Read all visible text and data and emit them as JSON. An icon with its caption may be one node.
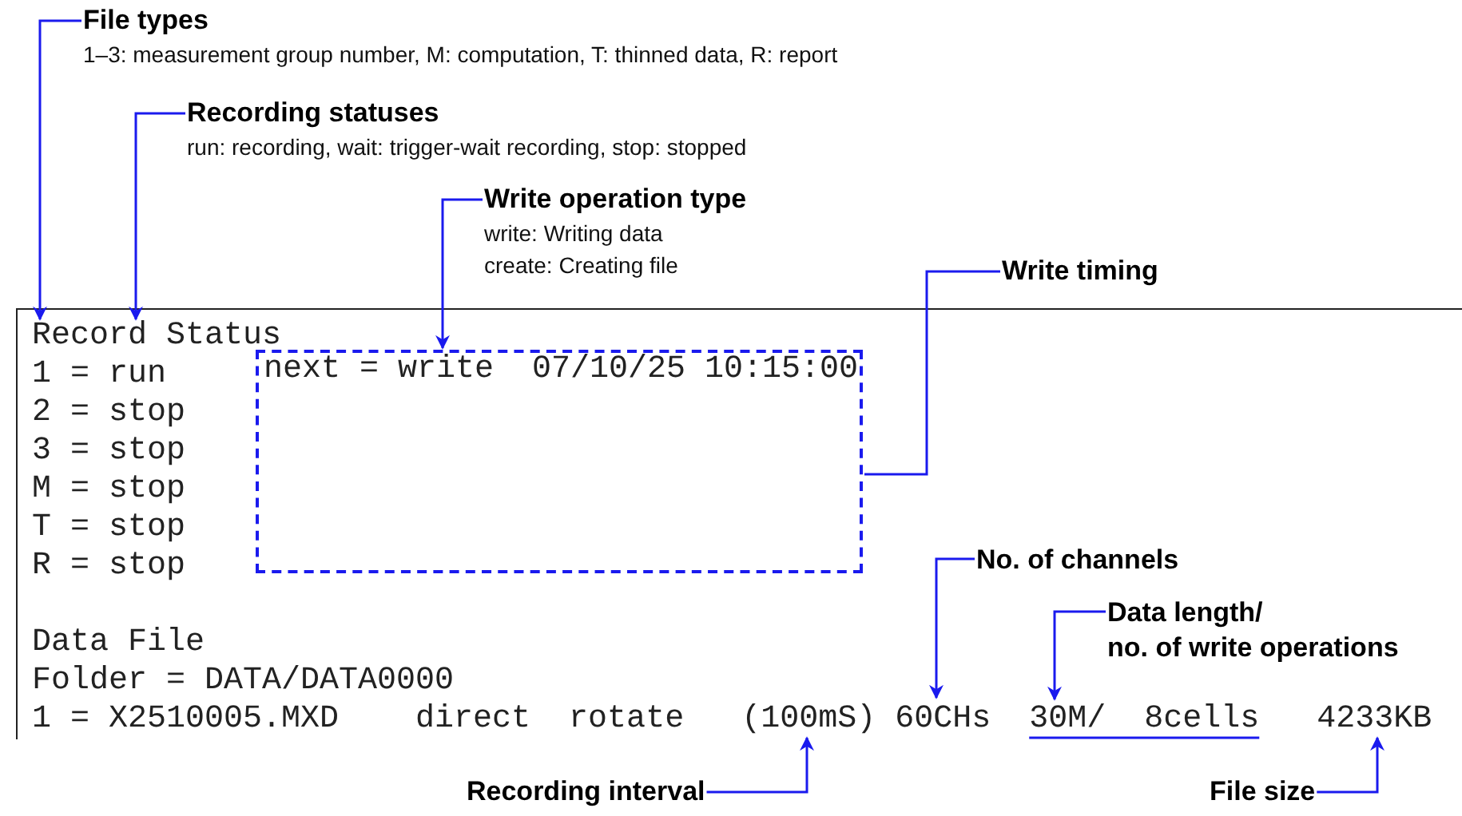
{
  "diagram": {
    "nodes": [
      {
        "text": [
          "File types",
          "1–3: measurement group number, M: computation, T: thinned data, R: report"
        ]
      },
      {
        "text": [
          "Recording statuses",
          "run: recording, wait: trigger-wait recording, stop: stopped"
        ]
      },
      {
        "text": [
          "Write operation type",
          "write: Writing data create: Creating file"
        ]
      },
      {
        "text": [
          "Write timing"
        ]
      },
      {
        "text": [
          "No. of channels"
        ],
        "in": 8
      },
      {
        "text": [
          "Data length/ no. of write operations"
        ],
        "in": 8
      },
      {
        "text": [
          "Recording interval"
        ]
      },
      {
        "text": [
          "File size"
        ]
      },
      {
        "text": [
          "Record Status",
          "1 = run",
          "2 = stop",
          "3 = stop",
          "M = stop",
          "T = stop",
          "R = stop",
          "Data File",
          "Folder = DATA/DATA0000",
          "1 = X2510005.MXD    direct  rotate   (100mS) 60CHs  30M/  8cells   4233KB"
        ]
      },
      {
        "text": [
          "next = write  07/10/25 10:15:00"
        ],
        "in": 8
      }
    ],
    "edges": [
      {
        "from": 0,
        "to": 8,
        "arrow": "to"
      },
      {
        "from": 1,
        "to": 8,
        "arrow": "to"
      },
      {
        "from": 2,
        "to": 9,
        "arrow": "to"
      },
      {
        "from": 3,
        "to": 9,
        "arrow": "none"
      },
      {
        "from": 4,
        "to": 8,
        "arrow": "to"
      },
      {
        "from": 5,
        "to": 8,
        "arrow": "to"
      },
      {
        "from": 6,
        "to": 8,
        "arrow": "to"
      },
      {
        "from": 7,
        "to": 8,
        "arrow": "to"
      }
    ]
  }
}
